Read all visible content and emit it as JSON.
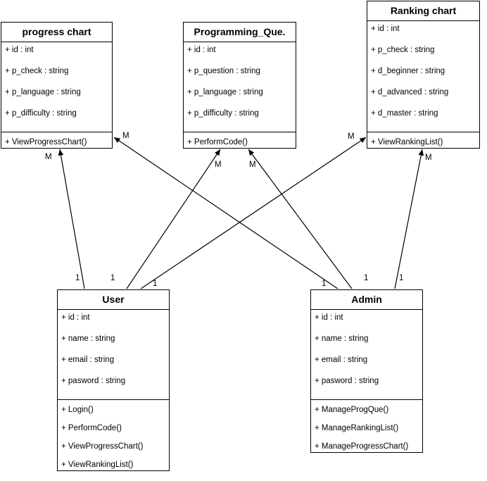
{
  "classes": {
    "progress_chart": {
      "title": "progress chart",
      "attributes": [
        "+ id : int",
        "+ p_check : string",
        "+ p_language : string",
        "+ p_difficulty : string"
      ],
      "operations": [
        "+ ViewProgressChart()"
      ]
    },
    "programming_que": {
      "title": "Programming_Que.",
      "attributes": [
        "+ id : int",
        "+ p_question : string",
        "+ p_language : string",
        "+ p_difficulty : string"
      ],
      "operations": [
        "+ PerformCode()"
      ]
    },
    "ranking_chart": {
      "title": "Ranking chart",
      "attributes": [
        "+ id : int",
        "+ p_check : string",
        "+ d_beginner : string",
        "+ d_advanced : string",
        "+ d_master : string"
      ],
      "operations": [
        "+ ViewRankingList()"
      ]
    },
    "user": {
      "title": "User",
      "attributes": [
        "+ id : int",
        "+ name : string",
        "+ email : string",
        "+ pasword : string"
      ],
      "operations": [
        "+ Login()",
        "+ PerformCode()",
        "+ ViewProgressChart()",
        "+ ViewRankingList()"
      ]
    },
    "admin": {
      "title": "Admin",
      "attributes": [
        "+ id : int",
        "+ name : string",
        "+ email : string",
        "+ pasword : string"
      ],
      "operations": [
        "+ ManageProgQue()",
        "+ ManageRankingList()",
        "+ ManageProgressChart()"
      ]
    }
  },
  "multiplicities": {
    "user_progress_src": "1",
    "user_progress_dst": "M",
    "user_prog_src": "1",
    "user_prog_dst": "M",
    "user_rank_src": "1",
    "user_rank_dst": "M",
    "admin_progress_src": "1",
    "admin_progress_dst": "M",
    "admin_prog_src": "1",
    "admin_prog_dst": "M",
    "admin_rank_src": "1",
    "admin_rank_dst": "M"
  }
}
